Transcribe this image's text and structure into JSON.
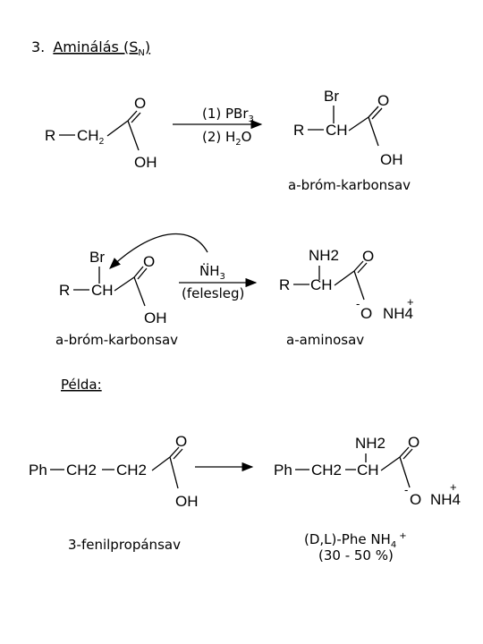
{
  "title": {
    "number": "3.",
    "main": "Aminálás (S",
    "sub": "N",
    "close": ")"
  },
  "reaction1": {
    "reactant": {
      "r": "R",
      "ch2": "CH",
      "ch2_sub": "2",
      "o": "O",
      "oh": "OH"
    },
    "step1": {
      "text": "(1) PBr",
      "sub": "3"
    },
    "step2": {
      "text": "(2) H",
      "sub": "2",
      "tail": "O"
    },
    "product": {
      "br": "Br",
      "r": "R",
      "ch": "CH",
      "o": "O",
      "oh": "OH"
    },
    "product_name": "a-bróm-karbonsav"
  },
  "reaction2": {
    "reactant": {
      "br": "Br",
      "r": "R",
      "ch": "CH",
      "o": "O",
      "oh": "OH"
    },
    "reactant_name": "a-bróm-karbonsav",
    "reagent": {
      "dots": "..",
      "text": "NH",
      "sub": "3",
      "note": "(felesleg)"
    },
    "product": {
      "nh2": "NH2",
      "r": "R",
      "ch": "CH",
      "o": "O",
      "ominus": "O",
      "minus": "-",
      "nh4": "NH4",
      "plus": "+"
    },
    "product_name": "a-aminosav"
  },
  "example": {
    "label": "Példa:",
    "reactant": {
      "ph": "Ph",
      "ch2a": "CH2",
      "ch2b": "CH2",
      "o": "O",
      "oh": "OH"
    },
    "reactant_name": "3-fenilpropánsav",
    "product": {
      "nh2": "NH2",
      "ph": "Ph",
      "ch2": "CH2",
      "ch": "CH",
      "o": "O",
      "ominus": "O",
      "minus": "-",
      "nh4": "NH4",
      "plus": "+"
    },
    "product_name": {
      "text": "(D,L)-Phe NH",
      "sub": "4",
      "sup": "+"
    },
    "yield": "(30 - 50 %)"
  }
}
